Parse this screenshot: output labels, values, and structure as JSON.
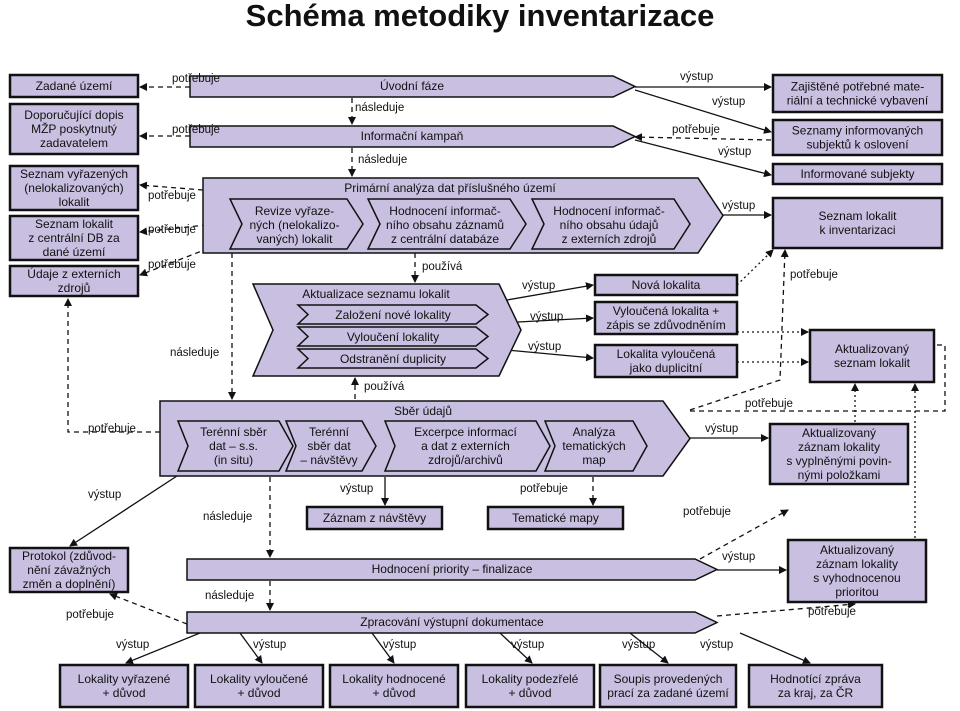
{
  "title": "Schéma metodiky inventarizace",
  "colors": {
    "fill": "#c9bfe0",
    "stroke": "#111111",
    "background": "#ffffff"
  },
  "phases": {
    "uvodni": "Úvodní fáze",
    "kampan": "Informační kampaň",
    "primarni": "Primární analýza dat příslušného území",
    "primarni_steps": [
      [
        "Revize vyřaze-",
        "ných (nelokalizo-",
        "vaných) lokalit"
      ],
      [
        "Hodnocení informač-",
        "ního obsahu záznamů",
        "z centrální databáze"
      ],
      [
        "Hodnocení informač-",
        "ního obsahu údajů",
        "z externích zdrojů"
      ]
    ],
    "aktualizace": "Aktualizace seznamu lokalit",
    "aktualizace_steps": [
      "Založení nové lokality",
      "Vyloučení lokality",
      "Odstranění duplicity"
    ],
    "sber": "Sběr údajů",
    "sber_steps": [
      [
        "Terénní sběr",
        "dat – s.s.",
        "(in situ)"
      ],
      [
        "Terénní",
        "sběr dat",
        "– návštěvy"
      ],
      [
        "Excerpce informací",
        "a dat z externích",
        "zdrojů/archivů"
      ],
      [
        "Analýza",
        "tematických",
        "map"
      ]
    ],
    "hodnoceni": "Hodnocení priority – finalizace",
    "zpracovani": "Zpracování výstupní dokumentace"
  },
  "inputs": {
    "zadane_uzemi": [
      "Zadané území"
    ],
    "dopis": [
      "Doporučující dopis",
      "MŽP poskytnutý",
      "zadavatelem"
    ],
    "vyrazene": [
      "Seznam vyřazených",
      "(nelokalizovaných)",
      "lokalit"
    ],
    "centralni": [
      "Seznam lokalit",
      "z centrální DB za",
      "dané území"
    ],
    "externi": [
      "Údaje z externích",
      "zdrojů"
    ],
    "protokol": [
      "Protokol (zdůvod-",
      "nění závažných",
      "změn a doplnění)"
    ]
  },
  "outputs": {
    "zajistene": [
      "Zajištěné potřebné mate-",
      "riální a technické vybavení"
    ],
    "seznamy_inform": [
      "Seznamy informovaných",
      "subjektů k oslovení"
    ],
    "informovane": [
      "Informované subjekty"
    ],
    "seznam_k_inv": [
      "Seznam lokalit",
      "k inventarizaci"
    ],
    "nova": [
      "Nová lokalita"
    ],
    "vyloucena": [
      "Vyloučená lokalita +",
      "zápis se zdůvodněním"
    ],
    "duplicitni": [
      "Lokalita vyloučená",
      "jako duplicitní"
    ],
    "aktual_seznam": [
      "Aktualizovaný",
      "seznam lokalit"
    ],
    "zaznam_povinne": [
      "Aktualizovaný",
      "záznam lokality",
      "s vyplněnými povin-",
      "nými položkami"
    ],
    "zaznam_navstevy": [
      "Záznam z návštěvy"
    ],
    "tematicke": [
      "Tematické mapy"
    ],
    "zaznam_priorita": [
      "Aktualizovaný",
      "záznam lokality",
      "s vyhodnocenou",
      "prioritou"
    ],
    "final": [
      [
        "Lokality vyřazené",
        "+ důvod"
      ],
      [
        "Lokality vyloučené",
        "+ důvod"
      ],
      [
        "Lokality hodnocené",
        "+ důvod"
      ],
      [
        "Lokality podezřelé",
        "+ důvod"
      ],
      [
        "Soupis provedených",
        "prací za zadané území"
      ],
      [
        "Hodnotící zpráva",
        "za kraj, za ČR"
      ]
    ]
  },
  "labels": {
    "potrebuje": "potřebuje",
    "vystup": "výstup",
    "nasleduje": "následuje",
    "pouziva": "používá"
  }
}
